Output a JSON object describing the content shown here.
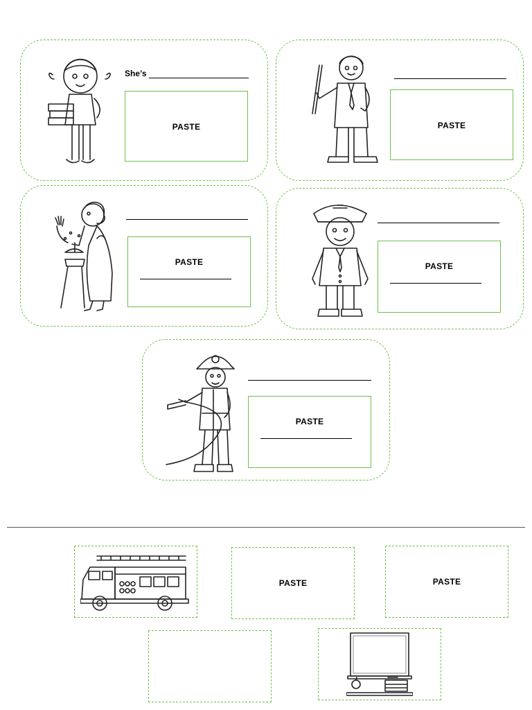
{
  "cards": [
    {
      "prompt": "She’s",
      "paste_label": "PASTE"
    },
    {
      "prompt": "",
      "paste_label": "PASTE"
    },
    {
      "prompt": "",
      "paste_label": "PASTE"
    },
    {
      "prompt": "",
      "paste_label": "PASTE"
    },
    {
      "prompt": "",
      "paste_label": "PASTE"
    }
  ],
  "cutouts": [
    {
      "type": "image",
      "icon": "fire-truck-icon"
    },
    {
      "type": "text",
      "label": "PASTE"
    },
    {
      "type": "text",
      "label": "PASTE"
    },
    {
      "type": "empty"
    },
    {
      "type": "image",
      "icon": "blackboard-icon"
    }
  ],
  "colors": {
    "dashed_border": "#6fbf4a",
    "paste_box_border": "#6fbf4a",
    "divider": "#555555"
  }
}
